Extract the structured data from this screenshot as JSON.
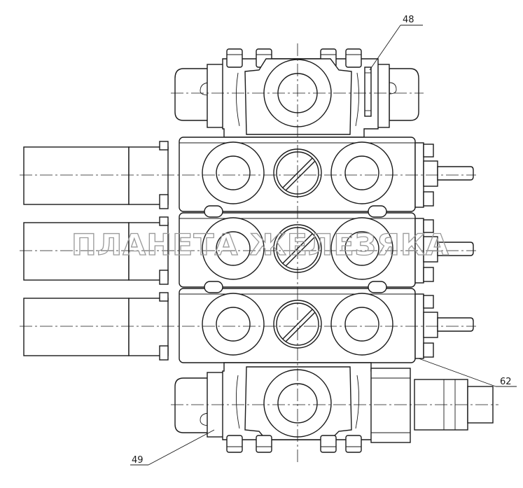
{
  "callouts": {
    "c48": "48",
    "c62": "62",
    "c49": "49"
  },
  "watermark": "ПЛАНЕТА ЖЕЛЕЗЯКА",
  "colors": {
    "line": "#1a1a1a",
    "watermark": "#9a9a9a",
    "background": "#ffffff"
  }
}
